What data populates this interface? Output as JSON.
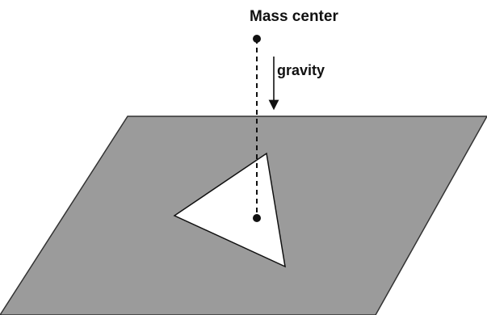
{
  "labels": {
    "mass_center": "Mass center",
    "gravity": "gravity"
  },
  "colors": {
    "plane_fill": "#9b9b9b",
    "plane_stroke": "#333333",
    "support_triangle_fill": "#ffffff",
    "ink": "#111111"
  },
  "elements": {
    "plane": "inclined support plane",
    "support_region": "support polygon",
    "mass_point": "mass center point",
    "projection_point": "projected mass center point",
    "projection_line": "vertical projection line",
    "gravity_arrow": "gravity direction arrow"
  }
}
